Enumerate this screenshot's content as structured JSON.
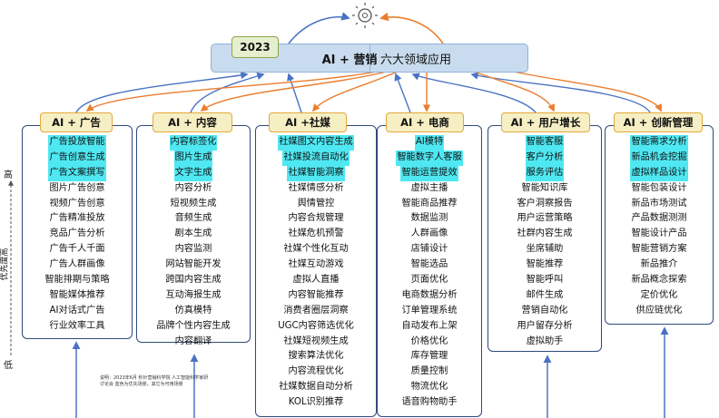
{
  "banner": {
    "year": "2023",
    "title": "AI + 营销",
    "subtitle": "六大领域应用"
  },
  "axis": {
    "low": "低",
    "high": "高",
    "label": "优先度高"
  },
  "note": "说明：2023年6月 秒针营销科学院 人工智能科学家研讨论会 蓝色为优先场景，其它为可用场景",
  "columns": [
    {
      "name": "col-ad",
      "title": "AI + 广告",
      "items": [
        {
          "text": "广告投放智能",
          "hl": true
        },
        {
          "text": "广告创意生成",
          "hl": true
        },
        {
          "text": "广告文案撰写",
          "hl": true
        },
        {
          "text": "图片广告创意",
          "hl": false
        },
        {
          "text": "视频广告创意",
          "hl": false
        },
        {
          "text": "广告精准投放",
          "hl": false
        },
        {
          "text": "竞品广告分析",
          "hl": false
        },
        {
          "text": "广告千人千面",
          "hl": false
        },
        {
          "text": "广告人群画像",
          "hl": false
        },
        {
          "text": "智能排期与策略",
          "hl": false
        },
        {
          "text": "智能媒体推荐",
          "hl": false
        },
        {
          "text": "AI对话式广告",
          "hl": false
        },
        {
          "text": "行业效率工具",
          "hl": false
        }
      ]
    },
    {
      "name": "col-content",
      "title": "AI + 内容",
      "items": [
        {
          "text": "内容标签化",
          "hl": true
        },
        {
          "text": "图片生成",
          "hl": true
        },
        {
          "text": "文字生成",
          "hl": true
        },
        {
          "text": "内容分析",
          "hl": false
        },
        {
          "text": "短视频生成",
          "hl": false
        },
        {
          "text": "音频生成",
          "hl": false
        },
        {
          "text": "剧本生成",
          "hl": false
        },
        {
          "text": "内容监测",
          "hl": false
        },
        {
          "text": "网站智能开发",
          "hl": false
        },
        {
          "text": "跨国内容生成",
          "hl": false
        },
        {
          "text": "互动海报生成",
          "hl": false
        },
        {
          "text": "仿真模特",
          "hl": false
        },
        {
          "text": "品牌个性内容生成",
          "hl": false
        },
        {
          "text": "内容翻译",
          "hl": false
        }
      ]
    },
    {
      "name": "col-social",
      "title": "AI +社媒",
      "items": [
        {
          "text": "社媒图文内容生成",
          "hl": true
        },
        {
          "text": "社媒投流自动化",
          "hl": true
        },
        {
          "text": "社媒智能洞察",
          "hl": true
        },
        {
          "text": "社媒情感分析",
          "hl": false
        },
        {
          "text": "舆情管控",
          "hl": false
        },
        {
          "text": "内容合规管理",
          "hl": false
        },
        {
          "text": "社媒危机预警",
          "hl": false
        },
        {
          "text": "社媒个性化互动",
          "hl": false
        },
        {
          "text": "社媒互动游戏",
          "hl": false
        },
        {
          "text": "虚拟人直播",
          "hl": false
        },
        {
          "text": "内容智能推荐",
          "hl": false
        },
        {
          "text": "消费者圈层洞察",
          "hl": false
        },
        {
          "text": "UGC内容筛选优化",
          "hl": false
        },
        {
          "text": "社媒短视频生成",
          "hl": false
        },
        {
          "text": "搜索算法优化",
          "hl": false
        },
        {
          "text": "内容流程优化",
          "hl": false
        },
        {
          "text": "社媒数据自动分析",
          "hl": false
        },
        {
          "text": "KOL识别推荐",
          "hl": false
        }
      ]
    },
    {
      "name": "col-ecommerce",
      "title": "AI + 电商",
      "items": [
        {
          "text": "AI模特",
          "hl": true
        },
        {
          "text": "智能数字人客服",
          "hl": true
        },
        {
          "text": "智能运营提效",
          "hl": true
        },
        {
          "text": "虚拟主播",
          "hl": false
        },
        {
          "text": "智能商品推荐",
          "hl": false
        },
        {
          "text": "数据监测",
          "hl": false
        },
        {
          "text": "人群画像",
          "hl": false
        },
        {
          "text": "店铺设计",
          "hl": false
        },
        {
          "text": "智能选品",
          "hl": false
        },
        {
          "text": "页面优化",
          "hl": false
        },
        {
          "text": "电商数据分析",
          "hl": false
        },
        {
          "text": "订单管理系统",
          "hl": false
        },
        {
          "text": "自动发布上架",
          "hl": false
        },
        {
          "text": "价格优化",
          "hl": false
        },
        {
          "text": "库存管理",
          "hl": false
        },
        {
          "text": "质量控制",
          "hl": false
        },
        {
          "text": "物流优化",
          "hl": false
        },
        {
          "text": "语音购物助手",
          "hl": false
        }
      ]
    },
    {
      "name": "col-growth",
      "title": "AI + 用户增长",
      "items": [
        {
          "text": "智能客服",
          "hl": true
        },
        {
          "text": "客户分析",
          "hl": true
        },
        {
          "text": "服务评估",
          "hl": true
        },
        {
          "text": "智能知识库",
          "hl": false
        },
        {
          "text": "客户洞察报告",
          "hl": false
        },
        {
          "text": "用户运营策略",
          "hl": false
        },
        {
          "text": "社群内容生成",
          "hl": false
        },
        {
          "text": "坐席辅助",
          "hl": false
        },
        {
          "text": "智能推荐",
          "hl": false
        },
        {
          "text": "智能呼叫",
          "hl": false
        },
        {
          "text": "邮件生成",
          "hl": false
        },
        {
          "text": "营销自动化",
          "hl": false
        },
        {
          "text": "用户留存分析",
          "hl": false
        },
        {
          "text": "虚拟助手",
          "hl": false
        }
      ]
    },
    {
      "name": "col-innovation",
      "title": "AI + 创新管理",
      "items": [
        {
          "text": "智能需求分析",
          "hl": true
        },
        {
          "text": "新品机会挖掘",
          "hl": true
        },
        {
          "text": "虚拟样品设计",
          "hl": true
        },
        {
          "text": "智能包装设计",
          "hl": false
        },
        {
          "text": "新品市场测试",
          "hl": false
        },
        {
          "text": "产品数据测测",
          "hl": false
        },
        {
          "text": "智能设计产品",
          "hl": false
        },
        {
          "text": "智能营销方案",
          "hl": false
        },
        {
          "text": "新品推介",
          "hl": false
        },
        {
          "text": "新品概念探索",
          "hl": false
        },
        {
          "text": "定价优化",
          "hl": false
        },
        {
          "text": "供应链优化",
          "hl": false
        }
      ]
    }
  ]
}
